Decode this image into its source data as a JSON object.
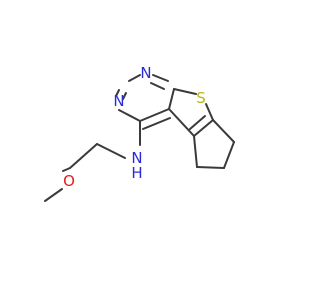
{
  "atoms": [
    {
      "id": "N1",
      "label": "N",
      "color": "#2a2ad8"
    },
    {
      "id": "N3",
      "label": "N",
      "color": "#2a2ad8"
    },
    {
      "id": "S",
      "label": "S",
      "color": "#b7b716"
    },
    {
      "id": "NH",
      "label": "N",
      "color": "#2a2ad8"
    },
    {
      "id": "H",
      "label": "H",
      "color": "#2a2ad8"
    },
    {
      "id": "O",
      "label": "O",
      "color": "#e02020"
    }
  ],
  "colors": {
    "bond": "#3a3a3a",
    "nitrogen": "#2a2ad8",
    "sulfur": "#b7b716",
    "oxygen": "#e02020",
    "background": "#ffffff"
  }
}
